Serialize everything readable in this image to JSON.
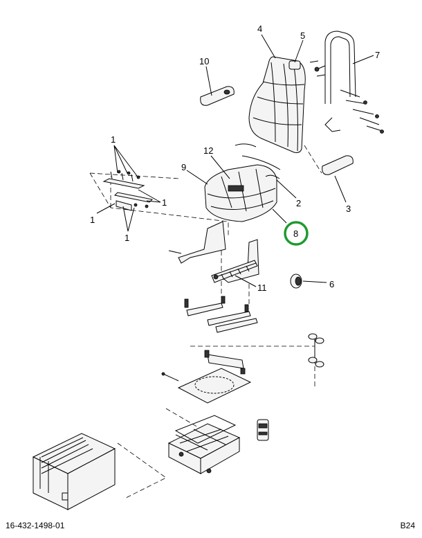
{
  "callouts": [
    {
      "id": "c1a",
      "text": "1"
    },
    {
      "id": "c1b",
      "text": "1"
    },
    {
      "id": "c1c",
      "text": "1"
    },
    {
      "id": "c1d",
      "text": "1"
    },
    {
      "id": "c2",
      "text": "2"
    },
    {
      "id": "c3",
      "text": "3"
    },
    {
      "id": "c4",
      "text": "4"
    },
    {
      "id": "c5",
      "text": "5"
    },
    {
      "id": "c6",
      "text": "6"
    },
    {
      "id": "c7",
      "text": "7"
    },
    {
      "id": "c8",
      "text": "8"
    },
    {
      "id": "c9",
      "text": "9"
    },
    {
      "id": "c10",
      "text": "10"
    },
    {
      "id": "c11",
      "text": "11"
    },
    {
      "id": "c12",
      "text": "12"
    }
  ],
  "highlight": {
    "callout": "8",
    "color": "#1e9a2e"
  },
  "footer": {
    "doc_number": "16-432-1498-01",
    "page_ref": "B24"
  }
}
